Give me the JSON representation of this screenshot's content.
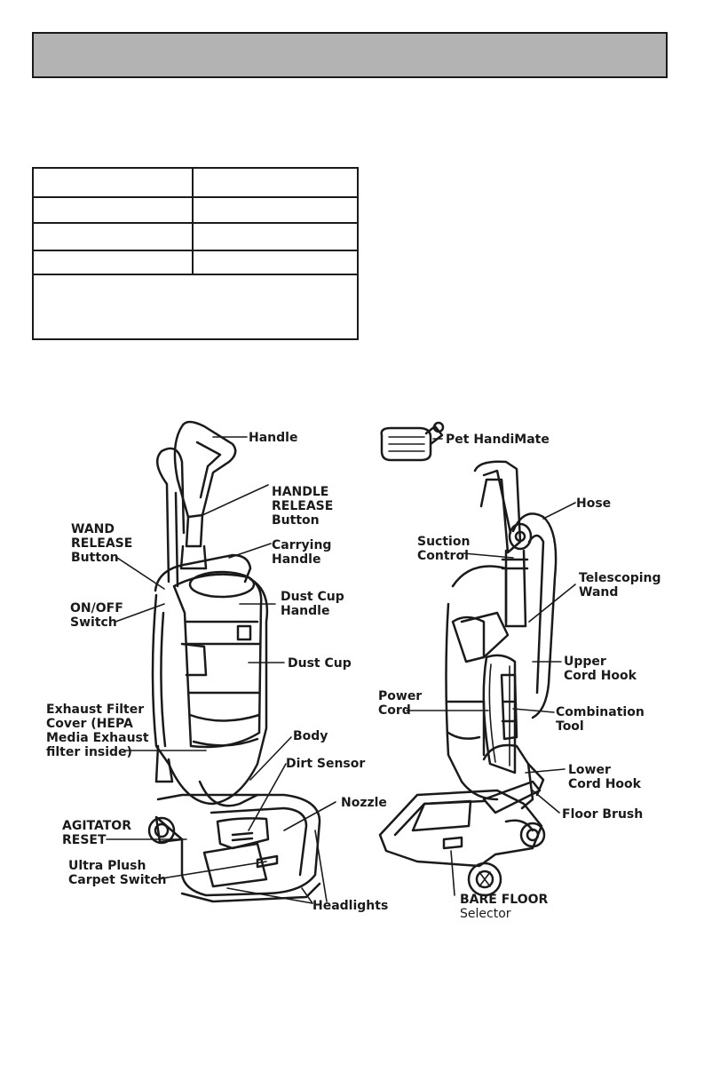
{
  "colors": {
    "header_fill": "#b3b3b3",
    "line": "#1a1a1a"
  },
  "labels": {
    "handle": "Handle",
    "handle_release": "HANDLE\nRELEASE\nButton",
    "wand_release": "WAND\nRELEASE\nButton",
    "carrying_handle": "Carrying\nHandle",
    "on_off": "ON/OFF\nSwitch",
    "dust_cup_handle": "Dust Cup\nHandle",
    "dust_cup": "Dust Cup",
    "exhaust_filter": "Exhaust Filter\nCover (HEPA\nMedia Exhaust\nfilter inside)",
    "body": "Body",
    "dirt_sensor": "Dirt Sensor",
    "nozzle": "Nozzle",
    "agitator_reset": "AGITATOR\nRESET",
    "ultra_plush": "Ultra Plush\nCarpet Switch",
    "headlights": "Headlights",
    "pet_handimate": "Pet HandiMate",
    "hose": "Hose",
    "suction_control": "Suction\nControl",
    "telescoping_wand": "Telescoping\nWand",
    "upper_cord_hook": "Upper\nCord Hook",
    "power_cord": "Power\nCord",
    "combination_tool": "Combination\nTool",
    "lower_cord_hook": "Lower\nCord Hook",
    "floor_brush": "Floor Brush",
    "bare_floor": "BARE FLOOR",
    "selector": "Selector"
  }
}
